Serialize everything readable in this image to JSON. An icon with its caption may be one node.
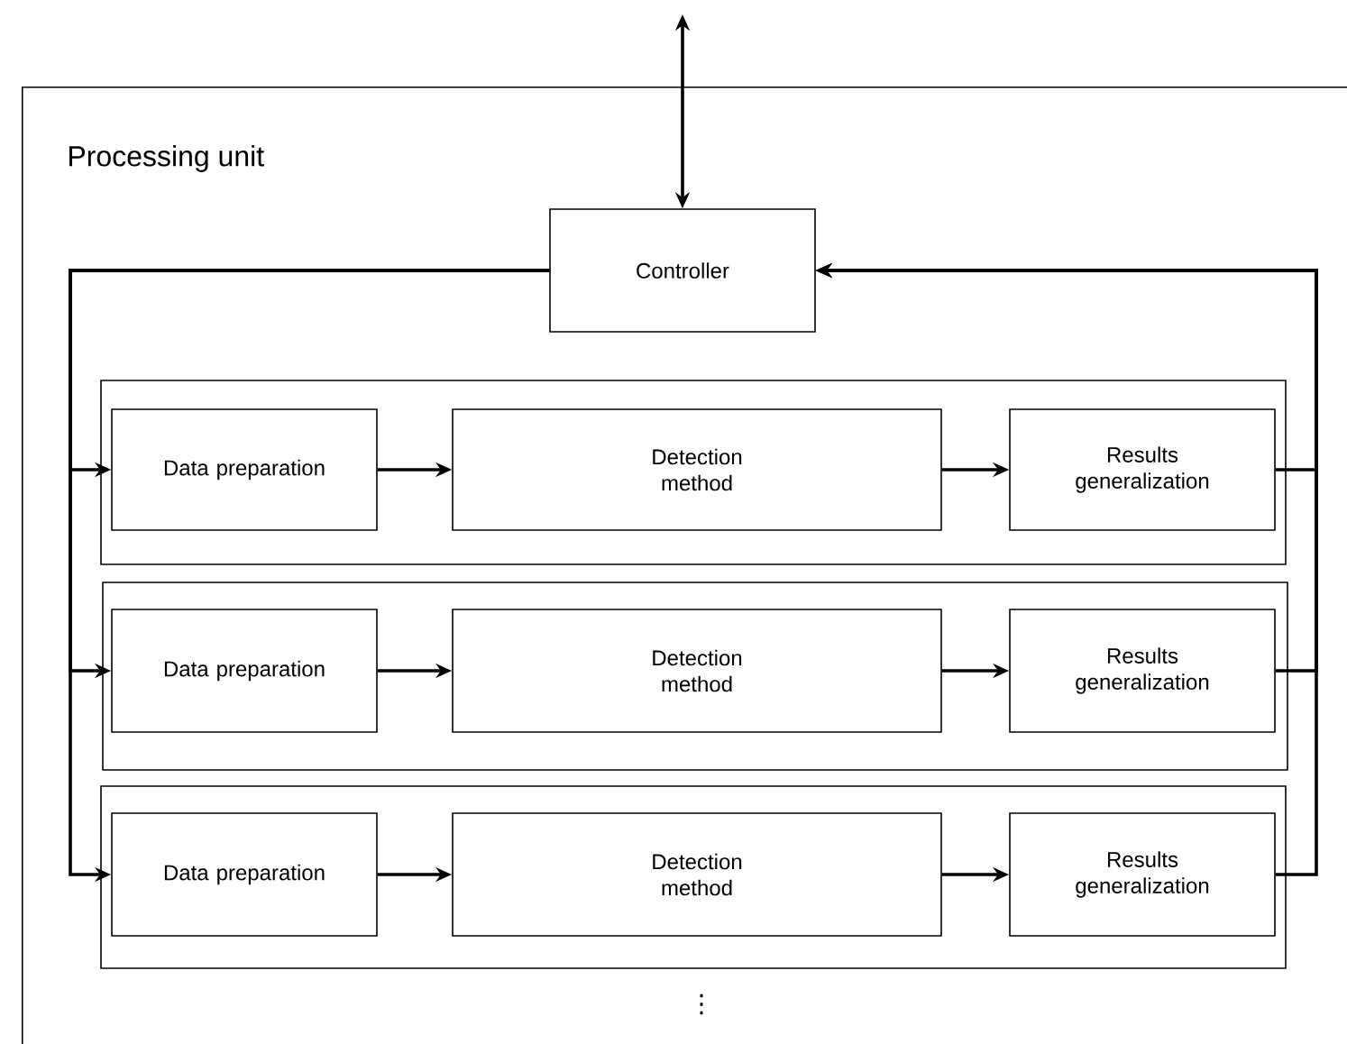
{
  "diagram": {
    "nodes": [
      {
        "text": [
          "Processing unit"
        ]
      },
      {
        "text": [
          "Controller"
        ],
        "in": 0
      },
      {
        "text": [],
        "shape": "box",
        "in": 0
      },
      {
        "text": [
          "Data preparation"
        ],
        "in": 2
      },
      {
        "text": [
          "Detection method"
        ],
        "in": 2
      },
      {
        "text": [
          "Results generalization"
        ],
        "in": 2
      },
      {
        "text": [],
        "shape": "box",
        "in": 0
      },
      {
        "text": [
          "Data preparation"
        ],
        "in": 6
      },
      {
        "text": [
          "Detection method"
        ],
        "in": 6
      },
      {
        "text": [
          "Results generalization"
        ],
        "in": 6
      },
      {
        "text": [],
        "shape": "box",
        "in": 0
      },
      {
        "text": [
          "Data preparation"
        ],
        "in": 10
      },
      {
        "text": [
          "Detection method"
        ],
        "in": 10
      },
      {
        "text": [
          "Results generalization"
        ],
        "in": 10
      }
    ],
    "edges": [
      {
        "from": null,
        "to": 1,
        "arrow": "both"
      },
      {
        "from": 1,
        "to": 3,
        "arrow": "to"
      },
      {
        "from": 1,
        "to": 7,
        "arrow": "to"
      },
      {
        "from": 1,
        "to": 11,
        "arrow": "to"
      },
      {
        "from": 3,
        "to": 4,
        "arrow": "to"
      },
      {
        "from": 4,
        "to": 5,
        "arrow": "to"
      },
      {
        "from": 7,
        "to": 8,
        "arrow": "to"
      },
      {
        "from": 8,
        "to": 9,
        "arrow": "to"
      },
      {
        "from": 11,
        "to": 12,
        "arrow": "to"
      },
      {
        "from": 12,
        "to": 13,
        "arrow": "to"
      },
      {
        "from": 5,
        "to": 1,
        "arrow": "to"
      },
      {
        "from": 9,
        "to": 1,
        "arrow": "to"
      },
      {
        "from": 13,
        "to": 1,
        "arrow": "to"
      }
    ],
    "labels": [
      "⋮"
    ]
  }
}
